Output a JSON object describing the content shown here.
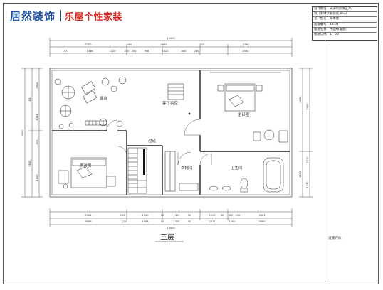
{
  "brand": {
    "left": "居然装饰",
    "right": "乐屋个性家装"
  },
  "title_block": {
    "rows": [
      "设计地址：天津市武清区风",
      "河儿家琳华新苑苑30--3",
      "客户姓名：陈本春",
      "图纸编号：13-04",
      "图纸名称：平面布置图）",
      "图纸比例：1：50"
    ]
  },
  "sign_label": "设施评价：",
  "floor_label": "三层",
  "rooms": {
    "terrace": "露台",
    "upper_void": "客厅挑空",
    "master_bed": "主卧室",
    "kid_bed": "男孩房",
    "corridor": "过道",
    "cloak": "衣帽间",
    "bath": "卫生间"
  },
  "dimensions": {
    "top_total": "13400",
    "top_row1": [
      "3300",
      "280",
      "2655",
      "320",
      "3780"
    ],
    "top_row2": [
      "1171",
      "1446",
      "1120",
      "220",
      "200",
      "948",
      "1022",
      "440",
      "280",
      "4504"
    ],
    "bottom_row1": [
      "3304",
      "250",
      "1000",
      "50",
      "1305",
      "50",
      "2125",
      "30",
      "300",
      "230",
      "3884"
    ],
    "bottom_row2": [
      "3886",
      "220",
      "1908",
      "50",
      "1305",
      "50",
      "2022",
      "1000",
      "3880"
    ],
    "bottom_total": "13400",
    "left_total": "8500",
    "left_upper": [
      "1641",
      "3840"
    ],
    "left_lower": [
      "3610",
      "1314",
      "200",
      "1120"
    ],
    "right_dims": [
      "4450",
      "4230",
      "2400",
      "1010",
      "1270"
    ]
  }
}
